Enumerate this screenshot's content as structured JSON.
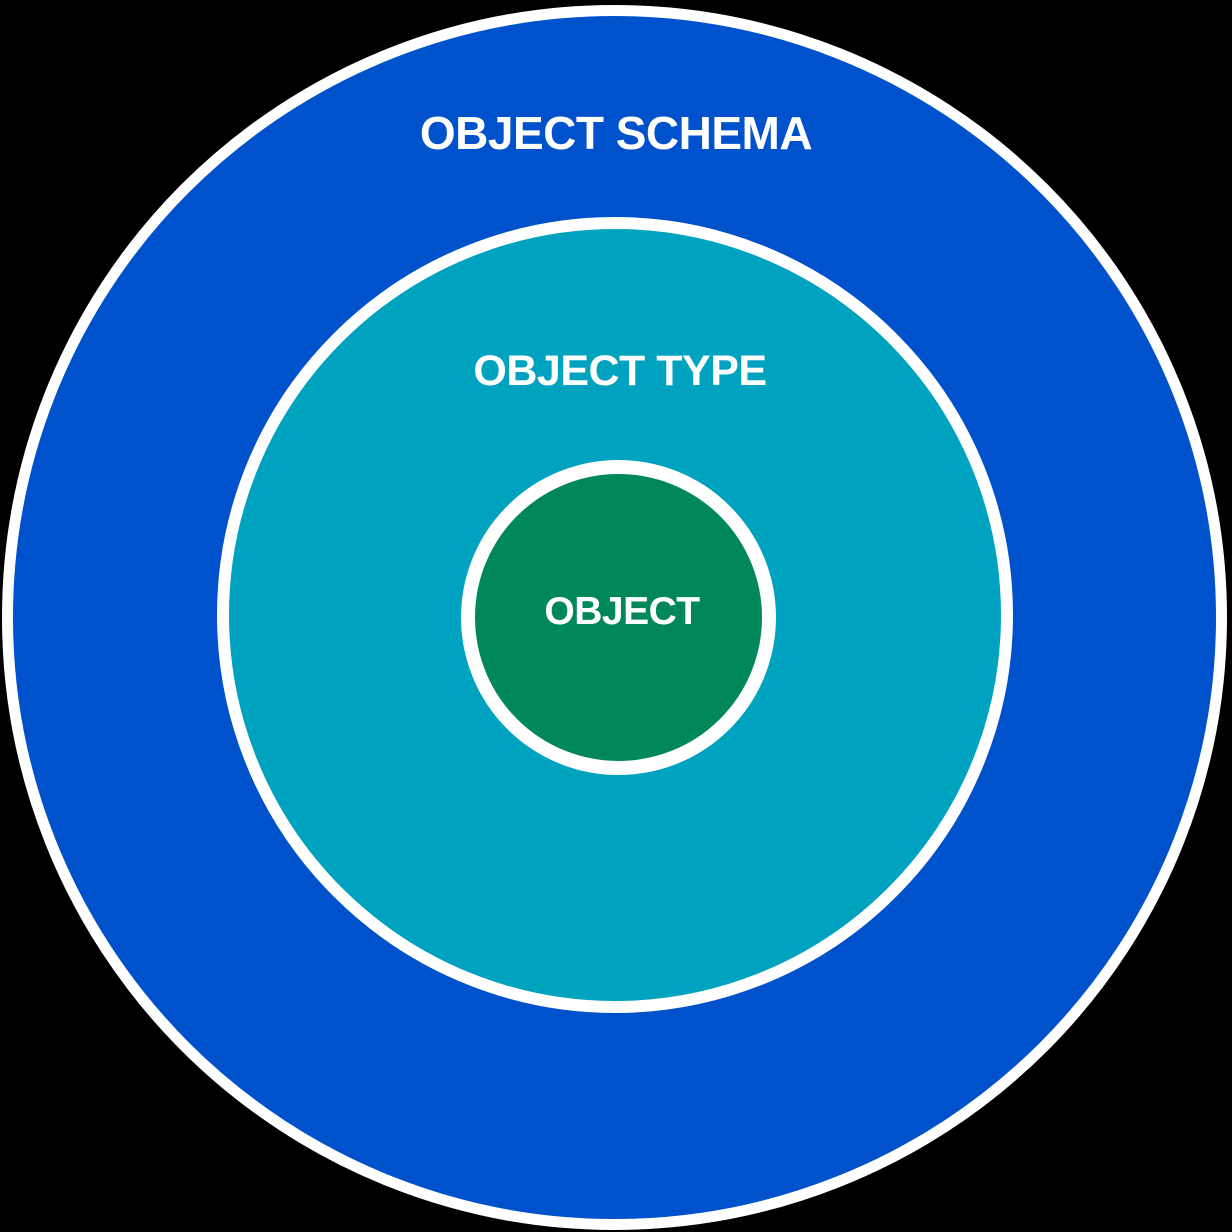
{
  "diagram": {
    "type": "concentric-circles",
    "background_color": "#000000",
    "stroke_color": "#FFFFFF",
    "layers": [
      {
        "id": "object-schema",
        "label": "OBJECT SCHEMA",
        "fill_color": "#0052CC",
        "level": 1
      },
      {
        "id": "object-type",
        "label": "OBJECT TYPE",
        "fill_color": "#00A3BF",
        "level": 2
      },
      {
        "id": "object",
        "label": "OBJECT",
        "fill_color": "#00875A",
        "level": 3
      }
    ]
  }
}
